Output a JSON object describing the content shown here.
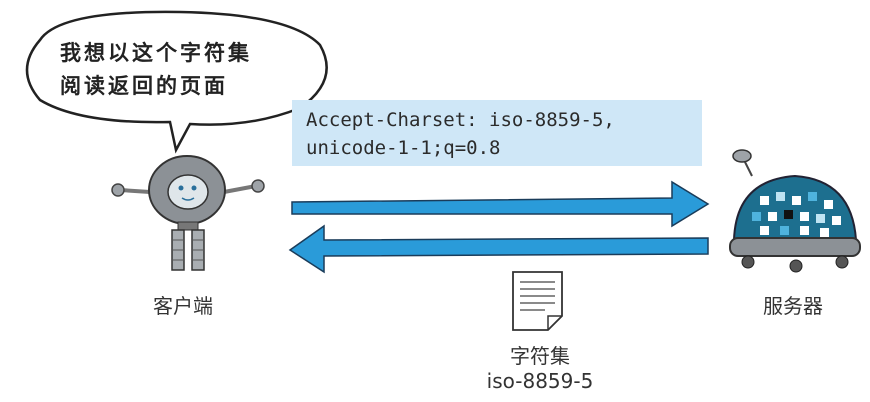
{
  "bubble": {
    "line1": "我想以这个字符集",
    "line2": "阅读返回的页面"
  },
  "request_header": {
    "line1": "Accept-Charset: iso-8859-5,",
    "line2": "unicode-1-1;q=0.8"
  },
  "labels": {
    "client": "客户端",
    "server": "服务器",
    "charset_title": "字符集",
    "charset_value": "iso-8859-5"
  },
  "colors": {
    "arrow": "#2a9bd9",
    "header_bg": "#cfe7f7",
    "robot_gray": "#8c9196",
    "server_body": "#1d6f8f"
  }
}
